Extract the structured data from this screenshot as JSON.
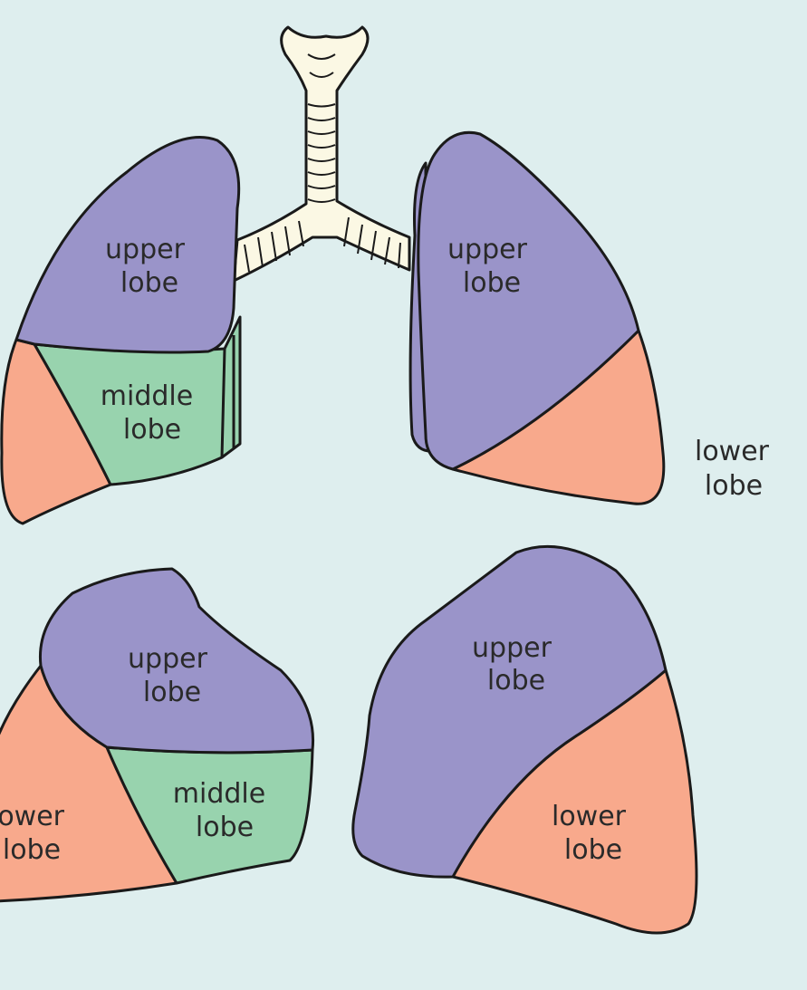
{
  "diagram": {
    "colors": {
      "background": "#deeeee",
      "upper_lobe": "#9a94c9",
      "middle_lobe": "#98d3ae",
      "lower_lobe": "#f8a98c",
      "trachea": "#fbf8e4"
    },
    "front_view": {
      "right_lung": {
        "upper": [
          "upper",
          "lobe"
        ],
        "middle": [
          "middle",
          "lobe"
        ]
      },
      "left_lung": {
        "upper": [
          "upper",
          "lobe"
        ],
        "lower": [
          "lower",
          "lobe"
        ]
      }
    },
    "side_views": {
      "right_lung": {
        "upper": [
          "upper",
          "lobe"
        ],
        "middle": [
          "middle",
          "lobe"
        ],
        "lower": [
          "lower",
          "lobe"
        ]
      },
      "left_lung": {
        "upper": [
          "upper",
          "lobe"
        ],
        "lower": [
          "lower",
          "lobe"
        ]
      }
    }
  }
}
